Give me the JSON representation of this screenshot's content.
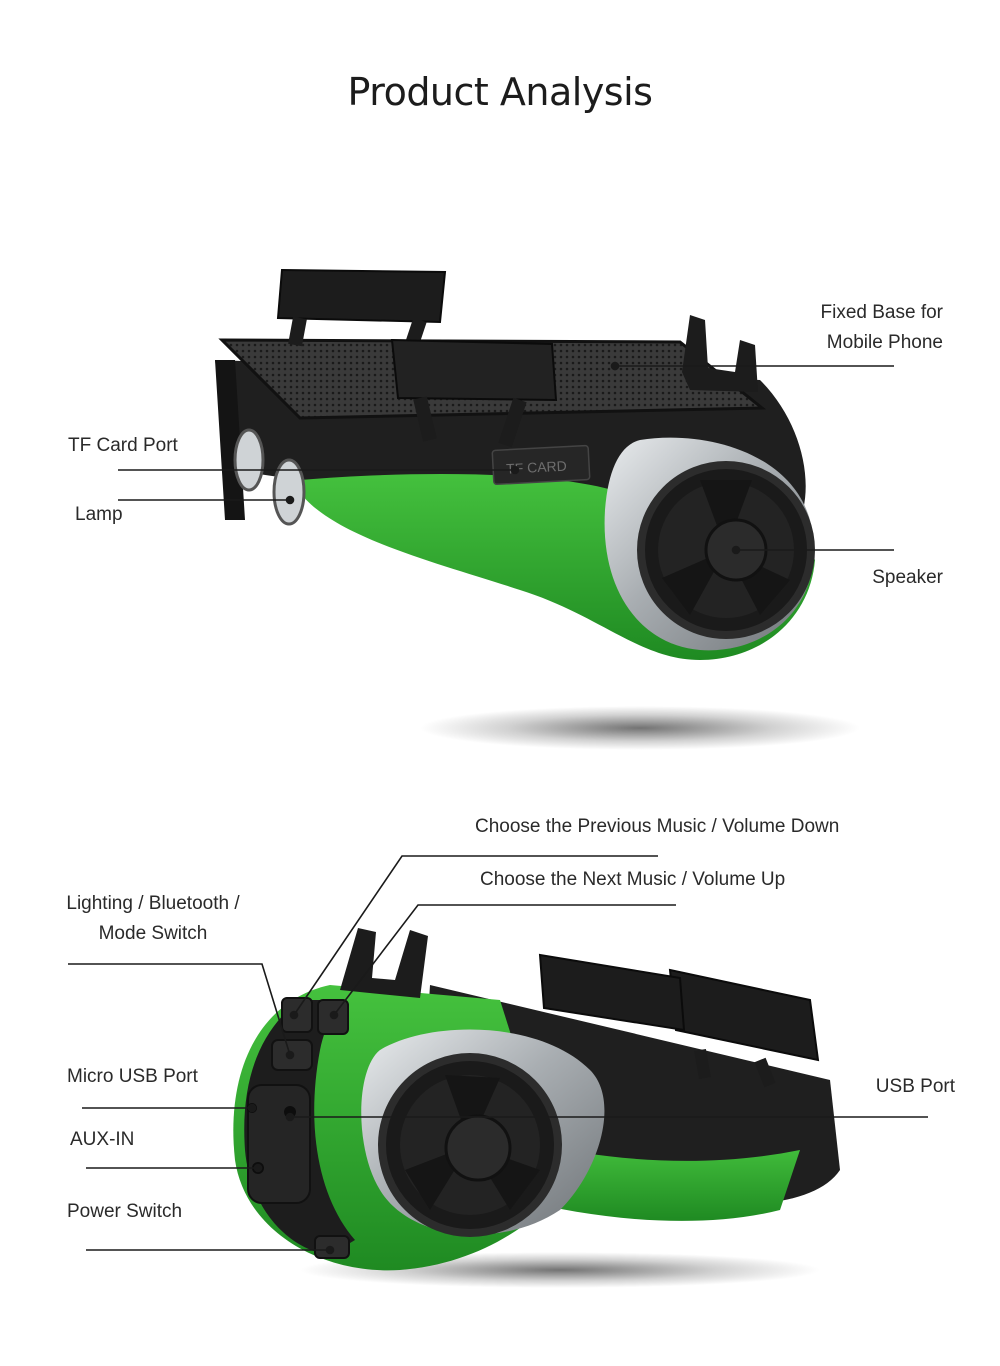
{
  "title": "Product Analysis",
  "top_view": {
    "callouts": [
      {
        "id": "fixed-base",
        "lines": [
          "Fixed Base for",
          "Mobile Phone"
        ]
      },
      {
        "id": "tf-card-port",
        "lines": [
          "TF Card Port"
        ]
      },
      {
        "id": "lamp",
        "lines": [
          "Lamp"
        ]
      },
      {
        "id": "speaker",
        "lines": [
          "Speaker"
        ]
      }
    ],
    "printed_marking": "TF CARD"
  },
  "side_view": {
    "callouts": [
      {
        "id": "previous-music",
        "lines": [
          "Choose the Previous Music / Volume Down"
        ]
      },
      {
        "id": "next-music",
        "lines": [
          "Choose the Next Music / Volume Up"
        ]
      },
      {
        "id": "mode-switch",
        "lines": [
          "Lighting / Bluetooth /",
          "Mode Switch"
        ]
      },
      {
        "id": "micro-usb-port",
        "lines": [
          "Micro USB Port"
        ]
      },
      {
        "id": "usb-port",
        "lines": [
          "USB Port"
        ]
      },
      {
        "id": "aux-in",
        "lines": [
          "AUX-IN"
        ]
      },
      {
        "id": "power-switch",
        "lines": [
          "Power Switch"
        ]
      }
    ]
  },
  "colors": {
    "body_green": "#2fa82c",
    "body_black": "#1e1e1e",
    "silver": "#b8bcbf",
    "leader_line": "#1a1a1a"
  }
}
